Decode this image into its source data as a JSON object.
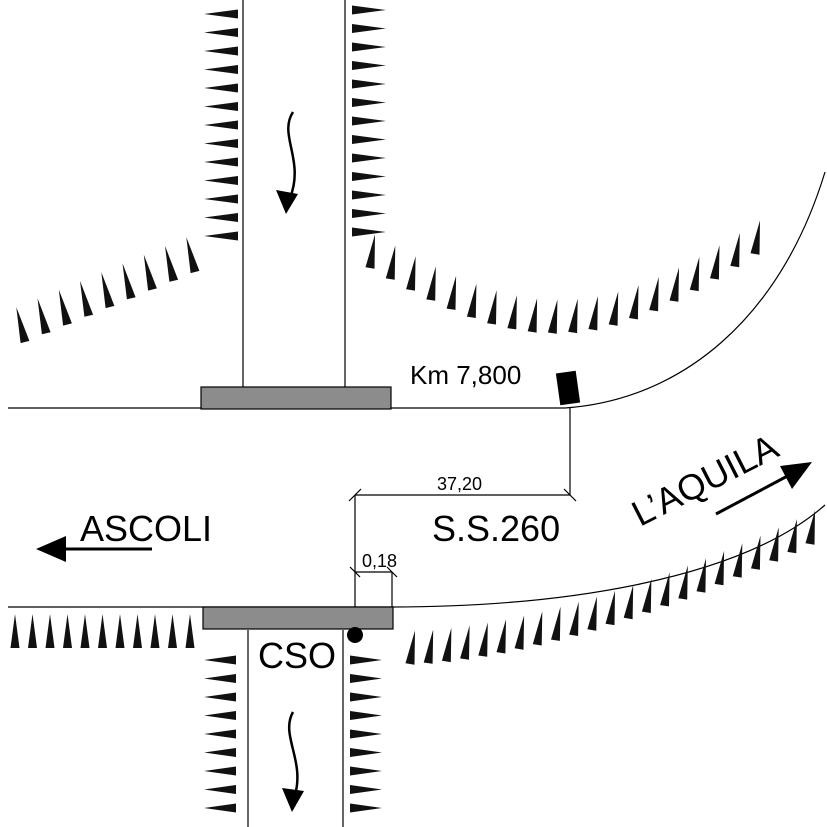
{
  "labels": {
    "km": "Km 7,800",
    "dist_main": "37,20",
    "dist_small": "0,18",
    "road": "S.S.260",
    "west": "ASCOLI",
    "east": "L’AQUILA",
    "station": "CSO"
  }
}
